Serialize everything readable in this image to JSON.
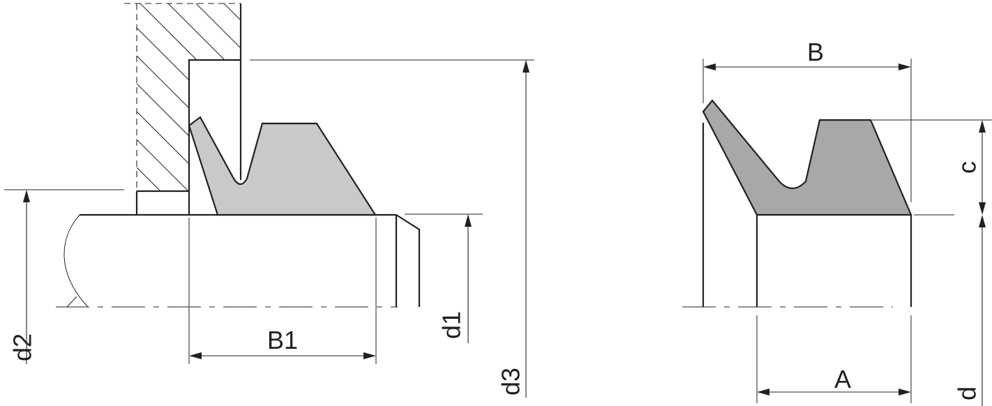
{
  "labels": {
    "d2": "d2",
    "B1": "B1",
    "d1": "d1",
    "d3": "d3",
    "B": "B",
    "A": "A",
    "c": "c",
    "d": "d"
  },
  "colors": {
    "line": "#231f20",
    "seal_installed": "#c8c9c9",
    "seal_profile": "#a7a8a9",
    "background": "#ffffff"
  }
}
